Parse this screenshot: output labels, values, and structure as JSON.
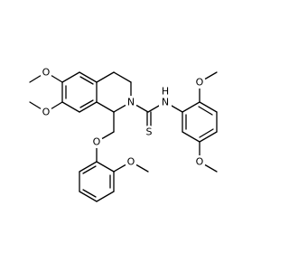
{
  "structure": {
    "atom_labels": {
      "o_6_methoxy": "O",
      "o_7_methoxy": "O",
      "o_ether": "O",
      "o_guaiacol": "O",
      "nh": "H",
      "nh_n": "N",
      "ring_n": "N",
      "thione_s": "S",
      "o_top_right": "O",
      "o_bottom_right": "O"
    },
    "colors": {
      "bond": "#000000",
      "label": "#000000",
      "background": "#ffffff"
    }
  }
}
